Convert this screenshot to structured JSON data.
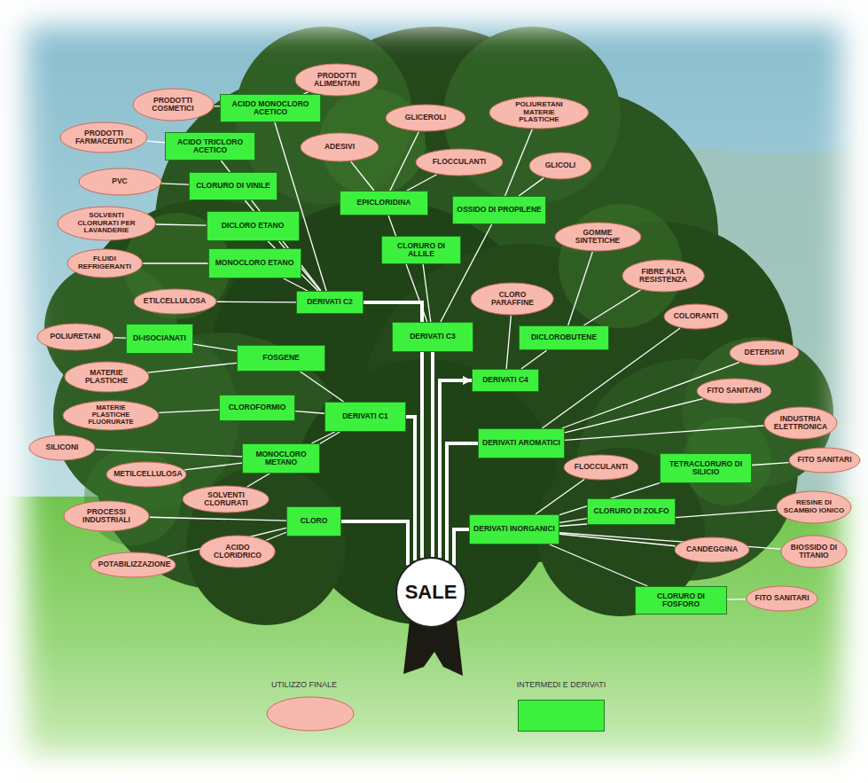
{
  "diagram": {
    "nodes": [
      {
        "text": [
          "PRODOTTI ALIMENTARI"
        ]
      },
      {
        "text": [
          "PRODOTTI COSMETICI"
        ]
      },
      {
        "text": [
          "ACIDO MONOCLORO ACETICO"
        ]
      },
      {
        "text": [
          "POLIURETANI MATERIE PLASTICHE"
        ]
      },
      {
        "text": [
          "GLICEROLI"
        ]
      },
      {
        "text": [
          "PRODOTTI FARMACEUTICI"
        ]
      },
      {
        "text": [
          "ACIDO TRICLORO ACETICO"
        ]
      },
      {
        "text": [
          "ADESIVI"
        ]
      },
      {
        "text": [
          "FLOCCULANTI"
        ]
      },
      {
        "text": [
          "GLICOLI"
        ]
      },
      {
        "text": [
          "PVC"
        ]
      },
      {
        "text": [
          "CLORURO DI VINILE"
        ]
      },
      {
        "text": [
          "EPICLORIDINA"
        ]
      },
      {
        "text": [
          "OSSIDO DI PROPILENE"
        ]
      },
      {
        "text": [
          "SOLVENTI CLORURATI PER LAVANDERIE"
        ]
      },
      {
        "text": [
          "DICLORO ETANO"
        ]
      },
      {
        "text": [
          "GOMME SINTETICHE"
        ]
      },
      {
        "text": [
          "CLORURO DI ALLILE"
        ]
      },
      {
        "text": [
          "FLUIDI REFRIGERANTI"
        ]
      },
      {
        "text": [
          "MONOCLORO ETANO"
        ]
      },
      {
        "text": [
          "FIBRE ALTA RESISTENZA"
        ]
      },
      {
        "text": [
          "CLORO PARAFFINE"
        ]
      },
      {
        "text": [
          "ETILCELLULOSA"
        ]
      },
      {
        "text": [
          "DERIVATI C2"
        ]
      },
      {
        "text": [
          "COLORANTI"
        ]
      },
      {
        "text": [
          "POLIURETANI"
        ]
      },
      {
        "text": [
          "DI-ISOCIANATI"
        ]
      },
      {
        "text": [
          "DERIVATI C3"
        ]
      },
      {
        "text": [
          "DICLOROBUTENE"
        ]
      },
      {
        "text": [
          "DETERSIVI"
        ]
      },
      {
        "text": [
          "FOSGENE"
        ]
      },
      {
        "text": [
          "MATERIE PLASTICHE"
        ]
      },
      {
        "text": [
          "DERIVATI C4"
        ]
      },
      {
        "text": [
          "FITO SANITARI"
        ]
      },
      {
        "text": [
          "CLOROFORMIO"
        ]
      },
      {
        "text": [
          "MATERIE PLASTICHE FLUORURATE"
        ]
      },
      {
        "text": [
          "DERIVATI C1"
        ]
      },
      {
        "text": [
          "INDUSTRIA ELETTRONICA"
        ]
      },
      {
        "text": [
          "DERIVATI AROMATICI"
        ]
      },
      {
        "text": [
          "SILICONI"
        ]
      },
      {
        "text": [
          "MONOCLORO METANO"
        ]
      },
      {
        "text": [
          "FITO SANITARI"
        ]
      },
      {
        "text": [
          "FLOCCULANTI"
        ]
      },
      {
        "text": [
          "TETRACLORURO DI SILICIO"
        ]
      },
      {
        "text": [
          "METILCELLULOSA"
        ]
      },
      {
        "text": [
          "SOLVENTI CLORURATI"
        ]
      },
      {
        "text": [
          "RESINE DI SCAMBIO IONICO"
        ]
      },
      {
        "text": [
          "CLORURO DI ZOLFO"
        ]
      },
      {
        "text": [
          "PROCESSI INDUSTRIALI"
        ]
      },
      {
        "text": [
          "CLORO"
        ]
      },
      {
        "text": [
          "DERIVATI INORGANICI"
        ]
      },
      {
        "text": [
          "CANDEGGINA"
        ]
      },
      {
        "text": [
          "ACIDO CLORIDRICO"
        ]
      },
      {
        "text": [
          "BIOSSIDO DI TITANIO"
        ]
      },
      {
        "text": [
          "POTABILIZZAZIONE"
        ]
      },
      {
        "text": [
          "SALE"
        ]
      },
      {
        "text": [
          "FITO SANITARI"
        ]
      },
      {
        "text": [
          "CLORURO DI FOSFORO"
        ]
      }
    ],
    "edges": [
      {
        "from": 55,
        "to": 49,
        "arrow": "none"
      },
      {
        "from": 55,
        "to": 36,
        "arrow": "none"
      },
      {
        "from": 55,
        "to": 23,
        "arrow": "none"
      },
      {
        "from": 55,
        "to": 27,
        "arrow": "none"
      },
      {
        "from": 55,
        "to": 32,
        "arrow": "to"
      },
      {
        "from": 55,
        "to": 38,
        "arrow": "none"
      },
      {
        "from": 55,
        "to": 50,
        "arrow": "none"
      },
      {
        "from": 49,
        "to": 48,
        "arrow": "none"
      },
      {
        "from": 49,
        "to": 52,
        "arrow": "none"
      },
      {
        "from": 49,
        "to": 54,
        "arrow": "none"
      },
      {
        "from": 36,
        "to": 30,
        "arrow": "none"
      },
      {
        "from": 36,
        "to": 34,
        "arrow": "none"
      },
      {
        "from": 36,
        "to": 40,
        "arrow": "none"
      },
      {
        "from": 36,
        "to": 45,
        "arrow": "none"
      },
      {
        "from": 30,
        "to": 26,
        "arrow": "none"
      },
      {
        "from": 30,
        "to": 31,
        "arrow": "none"
      },
      {
        "from": 26,
        "to": 25,
        "arrow": "none"
      },
      {
        "from": 34,
        "to": 35,
        "arrow": "none"
      },
      {
        "from": 40,
        "to": 39,
        "arrow": "none"
      },
      {
        "from": 40,
        "to": 44,
        "arrow": "none"
      },
      {
        "from": 23,
        "to": 2,
        "arrow": "none"
      },
      {
        "from": 23,
        "to": 6,
        "arrow": "none"
      },
      {
        "from": 23,
        "to": 11,
        "arrow": "none"
      },
      {
        "from": 23,
        "to": 15,
        "arrow": "none"
      },
      {
        "from": 23,
        "to": 19,
        "arrow": "none"
      },
      {
        "from": 23,
        "to": 22,
        "arrow": "none"
      },
      {
        "from": 2,
        "to": 1,
        "arrow": "none"
      },
      {
        "from": 2,
        "to": 0,
        "arrow": "none"
      },
      {
        "from": 6,
        "to": 5,
        "arrow": "none"
      },
      {
        "from": 11,
        "to": 10,
        "arrow": "none"
      },
      {
        "from": 15,
        "to": 14,
        "arrow": "none"
      },
      {
        "from": 19,
        "to": 18,
        "arrow": "none"
      },
      {
        "from": 27,
        "to": 12,
        "arrow": "none"
      },
      {
        "from": 27,
        "to": 17,
        "arrow": "none"
      },
      {
        "from": 27,
        "to": 13,
        "arrow": "none"
      },
      {
        "from": 12,
        "to": 7,
        "arrow": "none"
      },
      {
        "from": 12,
        "to": 4,
        "arrow": "none"
      },
      {
        "from": 12,
        "to": 8,
        "arrow": "none"
      },
      {
        "from": 13,
        "to": 3,
        "arrow": "none"
      },
      {
        "from": 13,
        "to": 9,
        "arrow": "none"
      },
      {
        "from": 32,
        "to": 28,
        "arrow": "none"
      },
      {
        "from": 32,
        "to": 21,
        "arrow": "none"
      },
      {
        "from": 28,
        "to": 16,
        "arrow": "none"
      },
      {
        "from": 28,
        "to": 20,
        "arrow": "none"
      },
      {
        "from": 38,
        "to": 24,
        "arrow": "none"
      },
      {
        "from": 38,
        "to": 29,
        "arrow": "none"
      },
      {
        "from": 38,
        "to": 33,
        "arrow": "none"
      },
      {
        "from": 38,
        "to": 37,
        "arrow": "none"
      },
      {
        "from": 50,
        "to": 43,
        "arrow": "none"
      },
      {
        "from": 50,
        "to": 47,
        "arrow": "none"
      },
      {
        "from": 50,
        "to": 42,
        "arrow": "none"
      },
      {
        "from": 50,
        "to": 51,
        "arrow": "none"
      },
      {
        "from": 50,
        "to": 53,
        "arrow": "none"
      },
      {
        "from": 50,
        "to": 46,
        "arrow": "none"
      },
      {
        "from": 50,
        "to": 57,
        "arrow": "none"
      },
      {
        "from": 43,
        "to": 41,
        "arrow": "none"
      },
      {
        "from": 57,
        "to": 56,
        "arrow": "none"
      }
    ],
    "legend": [
      {
        "text": "UTILIZZO FINALE",
        "color": "#f7b9ae"
      },
      {
        "text": "INTERMEDI E DERIVATI",
        "color": "#3df03d"
      }
    ]
  }
}
